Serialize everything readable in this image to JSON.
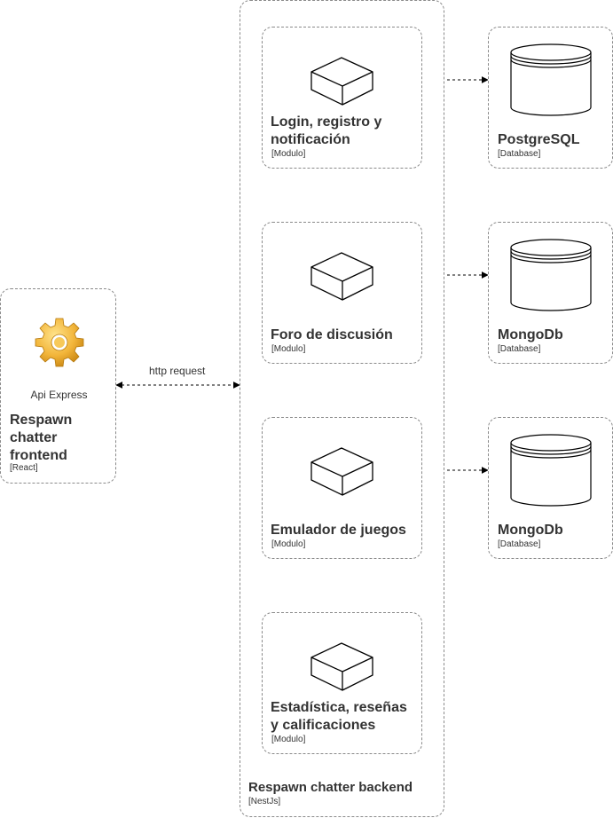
{
  "frontend": {
    "icon": "gear-icon",
    "icon_caption": "Api Express",
    "title": "Respawn chatter frontend",
    "tech": "[React]"
  },
  "backend": {
    "title": "Respawn chatter backend",
    "tech": "[NestJs]"
  },
  "modules": [
    {
      "icon": "cube-icon",
      "title": "Login, registro y notificación",
      "tech": "[Modulo]"
    },
    {
      "icon": "cube-icon",
      "title": "Foro de discusión",
      "tech": "[Modulo]"
    },
    {
      "icon": "cube-icon",
      "title": "Emulador de juegos",
      "tech": "[Modulo]"
    },
    {
      "icon": "cube-icon",
      "title": "Estadística, reseñas y calificaciones",
      "tech": "[Modulo]"
    }
  ],
  "databases": [
    {
      "icon": "database-icon",
      "title": "PostgreSQL",
      "tech": "[Database]"
    },
    {
      "icon": "database-icon",
      "title": "MongoDb",
      "tech": "[Database]"
    },
    {
      "icon": "database-icon",
      "title": "MongoDb",
      "tech": "[Database]"
    }
  ],
  "edges": {
    "frontend_backend": {
      "label": "http request",
      "style": "dashed",
      "arrows": "both"
    },
    "module_db": {
      "style": "dashed",
      "arrows": "end"
    }
  },
  "colors": {
    "border": "#8a8a8a",
    "text": "#333333",
    "gear": "#f2b53a",
    "line": "#000000"
  }
}
